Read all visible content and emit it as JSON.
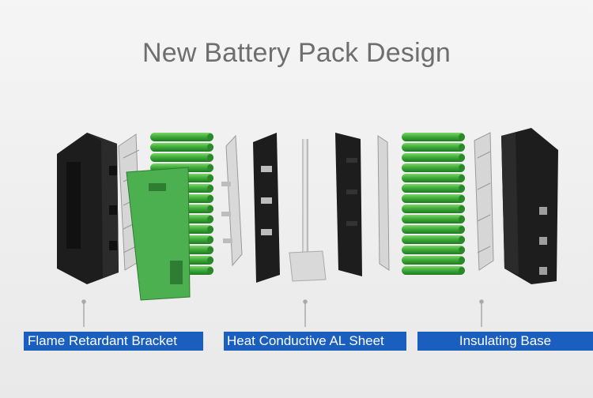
{
  "title": "New Battery Pack Design",
  "labels": {
    "flame_bracket": "Flame Retardant Bracket",
    "heat_sheet": "Heat Conductive AL Sheet",
    "insulating_base": "Insulating Base"
  },
  "colors": {
    "label_bg": "#1a5fbf",
    "cell_green": "#3fae3a",
    "pcb_green": "#4caf50",
    "bracket": "#1d1d1d",
    "nickel": "#c9c9c9",
    "title_text": "#6e6e6e"
  }
}
